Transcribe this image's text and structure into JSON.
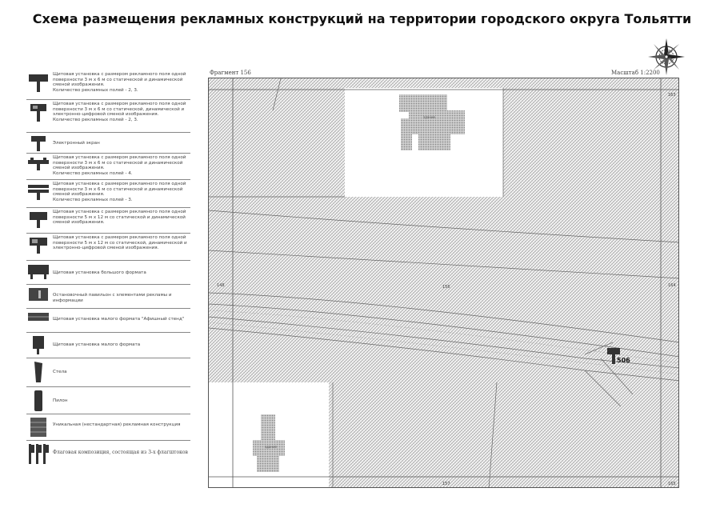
{
  "title": "Схема размещения рекламных конструкций на территории городского округа Тольятти",
  "fragment_label": "Фрагмент 156",
  "scale_label": "Масштаб 1:2200",
  "compass_icon": "compass-rose-icon",
  "legend": [
    {
      "icon": "billboard-3x6-2-3-fields-icon",
      "text": "Щитовая установка с размером рекламного поля одной поверхности 3 м х 6 м со статической и динамической сменой изображения.\nКоличество рекламных полей - 2, 3."
    },
    {
      "icon": "billboard-3x6-digital-icon",
      "text": "Щитовая установка с размером рекламного поля одной поверхности 3 м х 6 м со статической, динамической и электронно-цифровой сменой изображения.\nКоличество рекламных полей - 2, 3."
    },
    {
      "icon": "electronic-screen-icon",
      "text": "Электронный экран"
    },
    {
      "icon": "billboard-3x6-4-fields-icon",
      "text": "Щитовая установка с размером рекламного поля одной поверхности 3 м х 6 м со статической и динамической сменой изображения.\nКоличество рекламных полей - 4."
    },
    {
      "icon": "billboard-3x6-3-fields-icon",
      "text": "Щитовая установка с размером рекламного поля одной поверхности 3 м х 6 м со статической и динамической сменой изображения.\nКоличество рекламных полей - 3."
    },
    {
      "icon": "billboard-5x12-icon",
      "text": "Щитовая установка с размером рекламного поля одной поверхности 5 м х 12 м со статической и динамической сменой изображения."
    },
    {
      "icon": "billboard-5x12-digital-icon",
      "text": "Щитовая установка с размером рекламного поля одной поверхности 5 м х 12 м со статической, динамической и электронно-цифровой сменой изображения."
    },
    {
      "icon": "large-format-billboard-icon",
      "text": "Щитовая установка большого формата"
    },
    {
      "icon": "bus-stop-pavilion-icon",
      "text": "Остановочный павильон с элементами рекламы и информации"
    },
    {
      "icon": "small-format-poster-stand-icon",
      "text": "Щитовая установка малого формата \"Афишный стенд\""
    },
    {
      "icon": "small-format-billboard-icon",
      "text": "Щитовая установка малого формата"
    },
    {
      "icon": "stele-icon",
      "text": "Стела"
    },
    {
      "icon": "pylon-icon",
      "text": "Пилон"
    },
    {
      "icon": "unique-structure-icon",
      "text": "Уникальная (нестандартная) рекламная конструкция"
    },
    {
      "icon": "flag-composition-icon",
      "text": "Флаговая композиция, состоящая из 3-х флагштоков"
    }
  ],
  "map": {
    "fragment_refs": {
      "top_right": "163",
      "left": "148",
      "center": "156",
      "right": "164",
      "bottom": "157",
      "bottom_right": "165"
    },
    "building_label": "здание",
    "structure_number": "506"
  }
}
